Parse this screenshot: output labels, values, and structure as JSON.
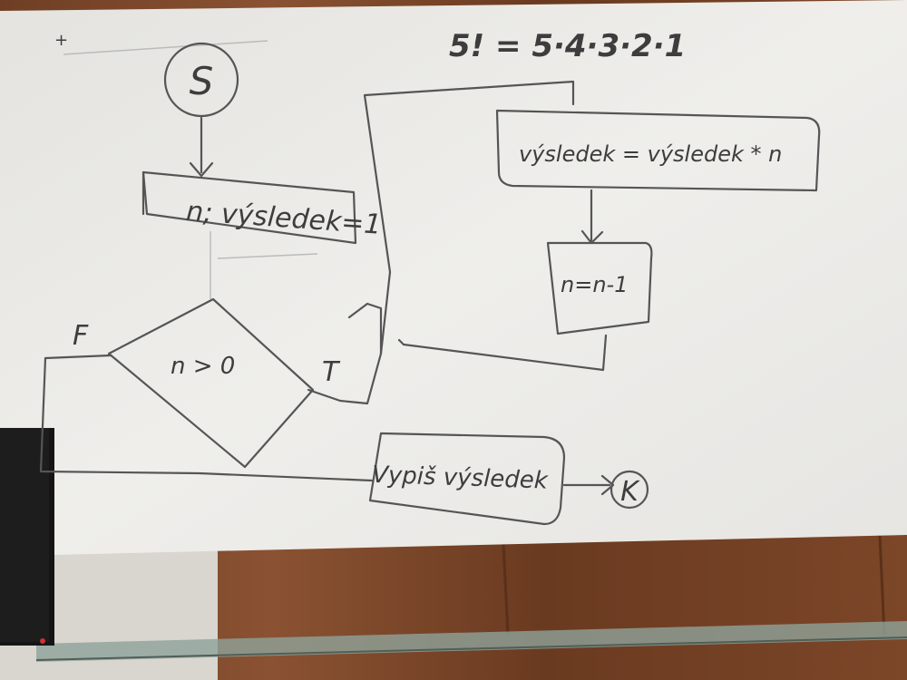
{
  "formula": "5! = 5·4·3·2·1",
  "nodes": {
    "start": "S",
    "init": "n; výsledek=1",
    "condition": "n > 0",
    "multiply": "výsledek = výsledek * n",
    "decrement": "n=n-1",
    "output": "Vypiš výsledek",
    "end": "K"
  },
  "edges": {
    "false_label": "F",
    "true_label": "T"
  },
  "colors": {
    "whiteboard": "#ecebe8",
    "ink": "#555555",
    "wall": "#7a4a2e",
    "monitor": "#151515"
  }
}
